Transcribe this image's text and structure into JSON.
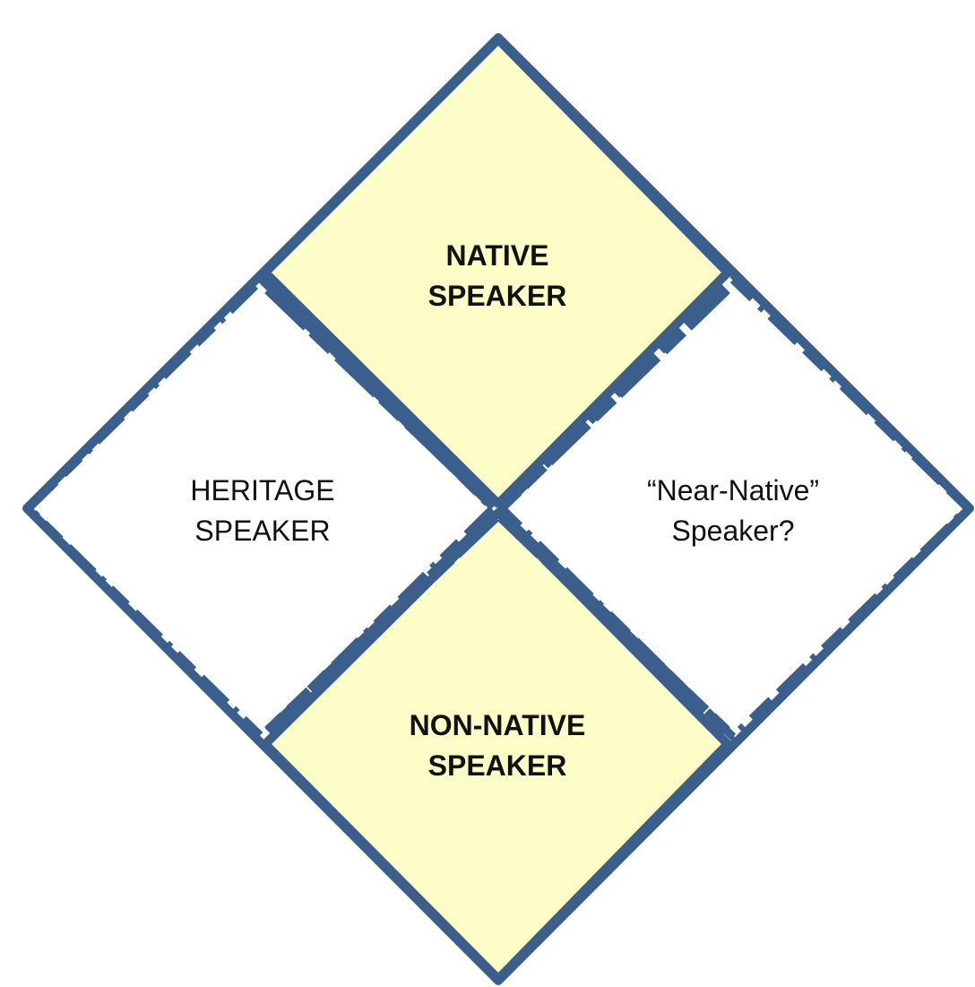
{
  "colors": {
    "border": "#3a5f8d",
    "highlight_fill": "#fdfdc8",
    "plain_fill": "#ffffff",
    "text": "#111111"
  },
  "quadrants": {
    "top": {
      "line1": "NATIVE",
      "line2": "SPEAKER",
      "emphasis": "bold",
      "fill": "highlight"
    },
    "left": {
      "line1": "HERITAGE",
      "line2": "SPEAKER",
      "emphasis": "normal",
      "fill": "plain"
    },
    "right": {
      "line1": "“Near-Native”",
      "line2": "Speaker?",
      "emphasis": "normal",
      "fill": "plain"
    },
    "bottom": {
      "line1": "NON-NATIVE",
      "line2": "SPEAKER",
      "emphasis": "bold",
      "fill": "highlight"
    }
  }
}
